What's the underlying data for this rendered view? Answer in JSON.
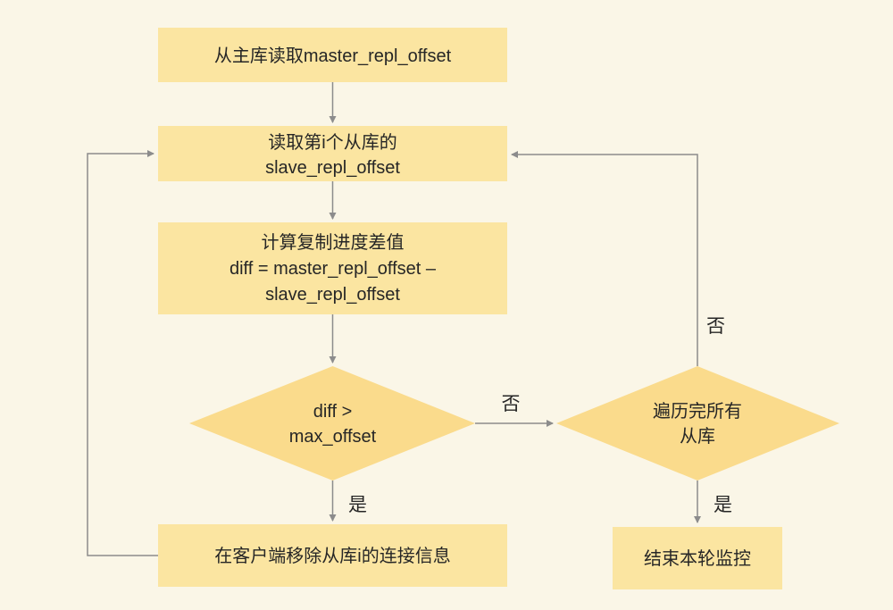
{
  "colors": {
    "background": "#FAF6E7",
    "box_fill": "#FBE5A1",
    "diamond_fill": "#FADB8C",
    "line": "#8C8C8C",
    "text": "#262626"
  },
  "nodes": {
    "read_master": {
      "type": "process",
      "line1": "从主库读取master_repl_offset"
    },
    "read_slave": {
      "type": "process",
      "line1": "读取第i个从库的",
      "line2": "slave_repl_offset"
    },
    "calc_diff": {
      "type": "process",
      "line1": "计算复制进度差值",
      "line2": "diff = master_repl_offset –",
      "line3": "slave_repl_offset"
    },
    "diff_check": {
      "type": "decision",
      "line1": "diff >",
      "line2": "max_offset"
    },
    "loop_check": {
      "type": "decision",
      "line1": "遍历完所有",
      "line2": "从库"
    },
    "remove_conn": {
      "type": "process",
      "line1": "在客户端移除从库i的连接信息"
    },
    "end_round": {
      "type": "process",
      "line1": "结束本轮监控"
    }
  },
  "edge_labels": {
    "yes_left": "是",
    "no_between": "否",
    "yes_right": "是",
    "no_up": "否"
  }
}
